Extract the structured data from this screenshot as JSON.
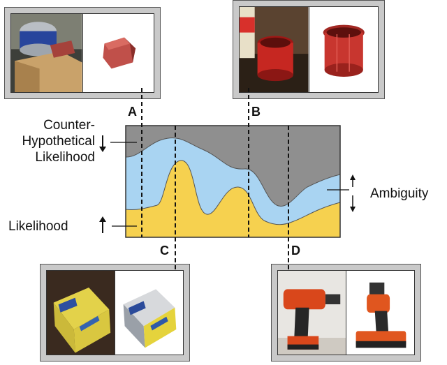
{
  "labels": {
    "counter_hyp_lines": [
      "Counter-",
      "Hypothetical",
      "Likelihood"
    ],
    "likelihood": "Likelihood",
    "ambiguity": "Ambiguity"
  },
  "markers": [
    "A",
    "B",
    "C",
    "D"
  ],
  "colors": {
    "counter_hypothetical": "#8f8f8f",
    "ambiguity": "#a9d4f2",
    "likelihood": "#f6d14f",
    "panel": "#c9c9c9"
  },
  "panels": [
    {
      "marker": "A",
      "scene": "tin-can-and-wooden-block",
      "object": "red-wooden-block"
    },
    {
      "marker": "B",
      "scene": "red-mug-and-soup-can",
      "object": "red-mug"
    },
    {
      "marker": "C",
      "scene": "domino-sugar-box",
      "object": "domino-sugar-box-render"
    },
    {
      "marker": "D",
      "scene": "power-drill",
      "object": "power-drill-render"
    }
  ]
}
